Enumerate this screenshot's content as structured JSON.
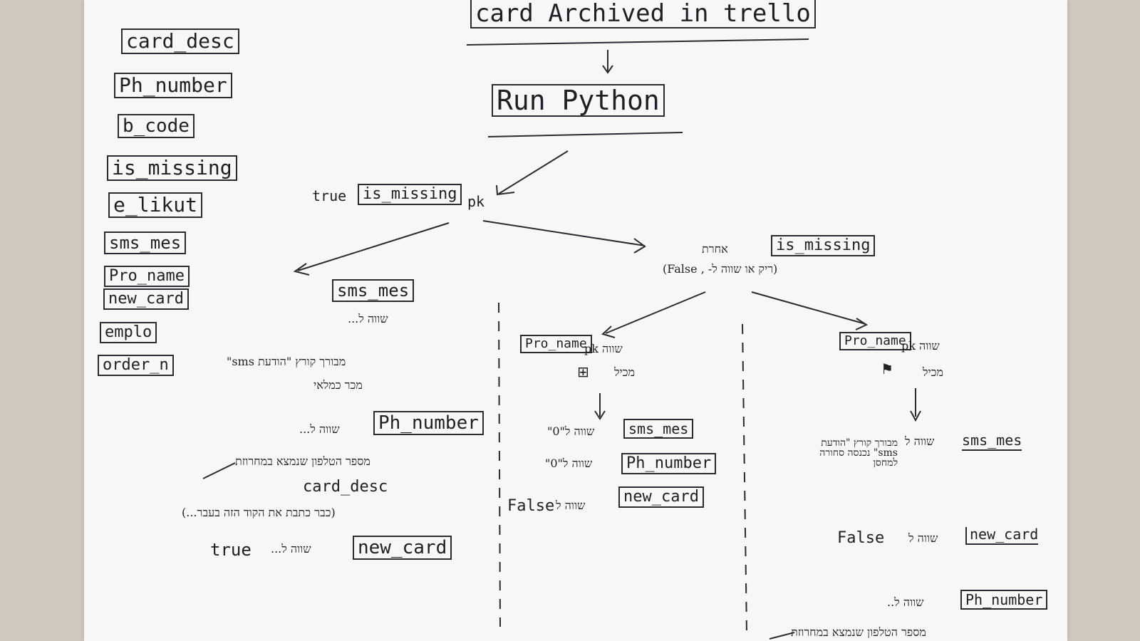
{
  "title": "card Archived in trello",
  "run_box": "Run Python",
  "field_list": [
    "card_desc",
    "Ph_number",
    "b_code",
    "is_missing",
    "e_likut",
    "sms_mes",
    "Pro_name",
    "new_card",
    "emplo",
    "order_n"
  ],
  "top_condition": {
    "prefix": "true",
    "field": "is_missing",
    "suffix": "pk"
  },
  "left_branch": {
    "field1": "sms_mes",
    "eq1": "שווה ל...",
    "note1": "מבורך קורץ \"הודעת sms\"",
    "note1b": "מכר כמלאי",
    "field2": "Ph_number",
    "eq2": "שווה ל...",
    "note2": "מספר הטלפון שנמצא במחרוזת",
    "note2b": "card_desc",
    "note2c": "(כבר כתבת את הקוד הזה בעבר...)",
    "val3": "true",
    "eq3": "שווה ל...",
    "field3": "new_card"
  },
  "right_condition": {
    "prefix": "אחרת",
    "field": "is_missing",
    "sub": "(ריק או שווה ל- , False)"
  },
  "middle_branch": {
    "field": "Pro_name",
    "cond": "שווה pk",
    "mikol": "מכיל",
    "row1_eq": "שווה ל\"0\"",
    "row1_field": "sms_mes",
    "row2_eq": "שווה ל\"0\"",
    "row2_field": "Ph_number",
    "row3_val": "False",
    "row3_eq": "שווה ל",
    "row3_field": "new_card"
  },
  "right_branch": {
    "field": "Pro_name",
    "cond": "שווה pk",
    "mikol": "מכיל",
    "row1_note": "מבורך קורץ \"הודעת sms\" נכנסה סחורה למחסן",
    "row1_eq": "שווה ל",
    "row1_field": "sms_mes",
    "row2_val": "False",
    "row2_eq": "שווה ל",
    "row2_field": "new_card",
    "row3_eq": "שווה ל..",
    "row3_field": "Ph_number",
    "row4_note": "מספר הטלפון שנמצא במחרוזת"
  },
  "icons": [
    "box-icon",
    "flag-icon"
  ]
}
